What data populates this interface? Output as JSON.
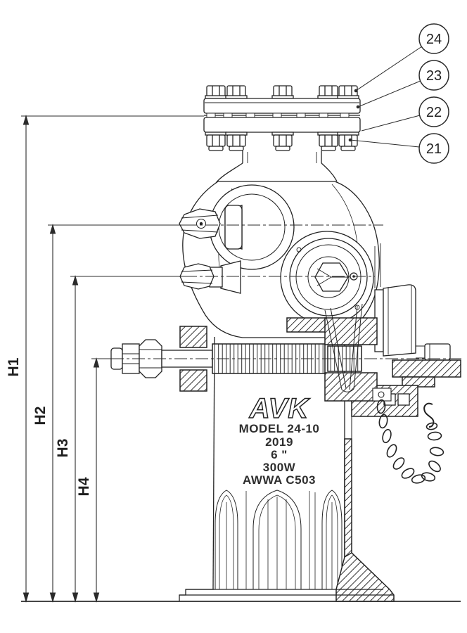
{
  "drawing": {
    "background": "#ffffff",
    "line_color": "#222222",
    "dimension_labels": [
      {
        "label": "H1"
      },
      {
        "label": "H2"
      },
      {
        "label": "H3"
      },
      {
        "label": "H4"
      }
    ],
    "callout_balloons": [
      {
        "label": "24"
      },
      {
        "label": "23"
      },
      {
        "label": "22"
      },
      {
        "label": "21"
      }
    ],
    "nameplate": {
      "logo": "AVK",
      "line1": "MODEL 24-10",
      "line2": "2019",
      "line3": "6 \"",
      "line4": "300W",
      "line5": "AWWA C503"
    }
  }
}
